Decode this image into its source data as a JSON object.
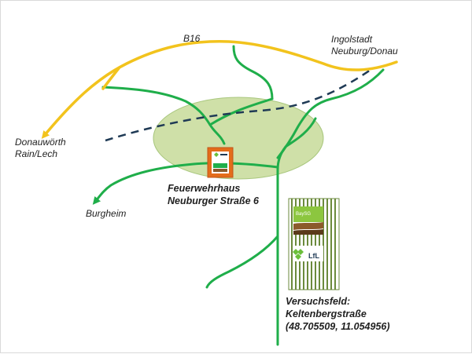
{
  "colors": {
    "main_road": "#f2c31d",
    "local_road": "#1fae4a",
    "railway": "#1f3a55",
    "village_area": "#cfe0a8",
    "fire_station": "#e46c1a",
    "field_stripes": "#6b8a3c"
  },
  "labels": {
    "road_b16": "B16",
    "ingolstadt_line1": "Ingolstadt",
    "ingolstadt_line2": "Neuburg/Donau",
    "donauwoerth_line1": "Donauwörth",
    "donauwoerth_line2": "Rain/Lech",
    "burgheim": "Burgheim",
    "fire_station_line1": "Feuerwehrhaus",
    "fire_station_line2": "Neuburger Straße 6",
    "field_line1": "Versuchsfeld:",
    "field_line2": "Keltenbergstraße",
    "field_line3": "(48.705509, 11.054956)"
  },
  "logos": {
    "baysg_text": "BaySG",
    "lfl_text": "LfL"
  },
  "icons": {
    "fire_station_marker": "building-icon",
    "field_marker": "field-icon"
  }
}
